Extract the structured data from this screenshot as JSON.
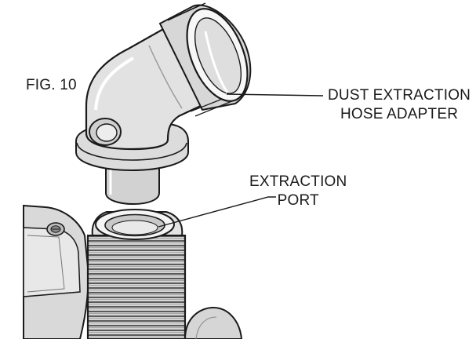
{
  "figure": {
    "label": "FIG. 10"
  },
  "callouts": {
    "hose_adapter": {
      "line1": "DUST EXTRACTION",
      "line2": "HOSE ADAPTER"
    },
    "extraction_port": {
      "line1": "EXTRACTION",
      "line2": "PORT"
    }
  },
  "colors": {
    "ink": "#1a1a1a",
    "shade": "#cfcfcf",
    "light": "#e6e6e6",
    "paper": "#ffffff"
  }
}
